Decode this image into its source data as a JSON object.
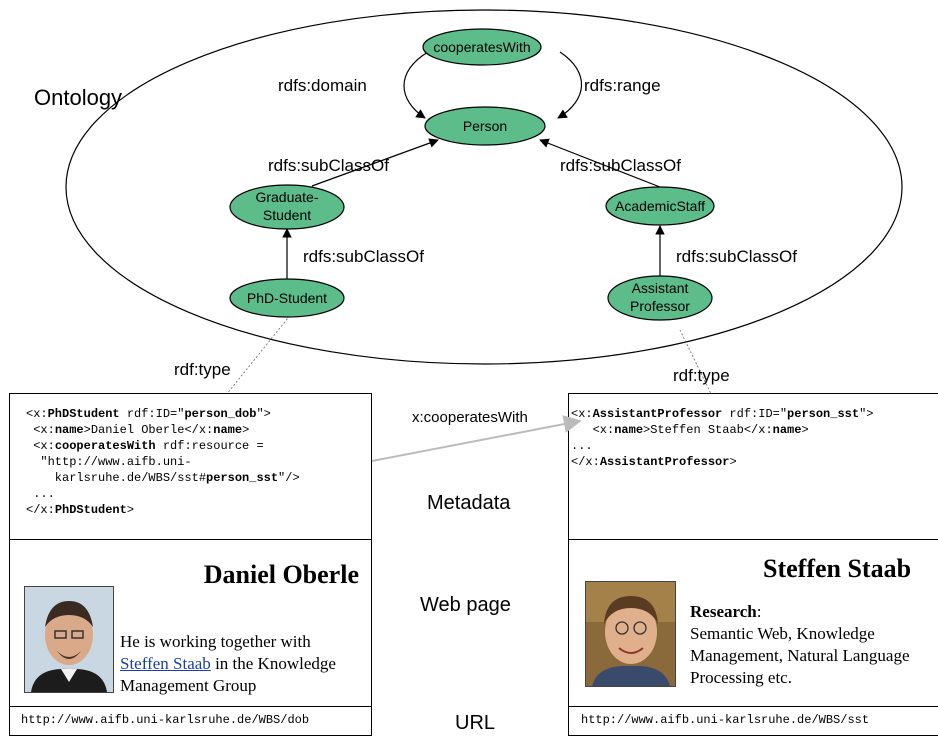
{
  "labels": {
    "ontology": "Ontology",
    "metadata": "Metadata",
    "web_page": "Web page",
    "url": "URL"
  },
  "nodes": {
    "cooperates_with": "cooperatesWith",
    "person": "Person",
    "graduate_student_line1": "Graduate-",
    "graduate_student_line2": "Student",
    "academic_staff": "AcademicStaff",
    "phd_student": "PhD-Student",
    "assistant_professor_line1": "Assistant",
    "assistant_professor_line2": "Professor"
  },
  "edges": {
    "rdfs_domain": "rdfs:domain",
    "rdfs_range": "rdfs:range",
    "subclass_left_top": "rdfs:subClassOf",
    "subclass_right_top": "rdfs:subClassOf",
    "subclass_left_bottom": "rdfs:subClassOf",
    "subclass_right_bottom": "rdfs:subClassOf",
    "rdf_type_left": "rdf:type",
    "rdf_type_right": "rdf:type",
    "x_cooperates_with": "x:cooperatesWith"
  },
  "colors": {
    "node_fill": "#5cbd8b",
    "connector_gray": "#bbbbbb"
  },
  "left_metadata": {
    "l1_a": "<x:",
    "l1_b": "PhDStudent",
    "l1_c": " rdf:ID=\"",
    "l1_d": "person_dob",
    "l1_e": "\">",
    "l2_a": " <x:",
    "l2_b": "name",
    "l2_c": ">Daniel Oberle</x:",
    "l2_d": "name",
    "l2_e": ">",
    "l3_a": " <x:",
    "l3_b": "cooperatesWith",
    "l3_c": " rdf:resource =",
    "l4": "  \"http://www.aifb.uni-",
    "l5_a": "    karlsruhe.de/WBS/sst#",
    "l5_b": "person_sst",
    "l5_c": "\"/>",
    "l6": " ...",
    "l7_a": "</x:",
    "l7_b": "PhDStudent",
    "l7_c": ">"
  },
  "right_metadata": {
    "l1_a": "<x:",
    "l1_b": "AssistantProfessor",
    "l1_c": " rdf:ID=\"",
    "l1_d": "person_sst",
    "l1_e": "\">",
    "l2_a": "   <x:",
    "l2_b": "name",
    "l2_c": ">Steffen Staab</x:",
    "l2_d": "name",
    "l2_e": ">",
    "l3": "...",
    "l4_a": "</x:",
    "l4_b": "AssistantProfessor",
    "l4_c": ">"
  },
  "left_page": {
    "title": "Daniel Oberle",
    "text_before": "He is working together with",
    "link": "Steffen Staab",
    "text_after": " in the Knowledge Management Group",
    "url": "http://www.aifb.uni-karlsruhe.de/WBS/dob"
  },
  "right_page": {
    "title": "Steffen Staab",
    "research_label": "Research",
    "research_colon": ":",
    "research_text": "Semantic Web, Knowledge Management, Natural Language Processing etc.",
    "url": "http://www.aifb.uni-karlsruhe.de/WBS/sst"
  }
}
